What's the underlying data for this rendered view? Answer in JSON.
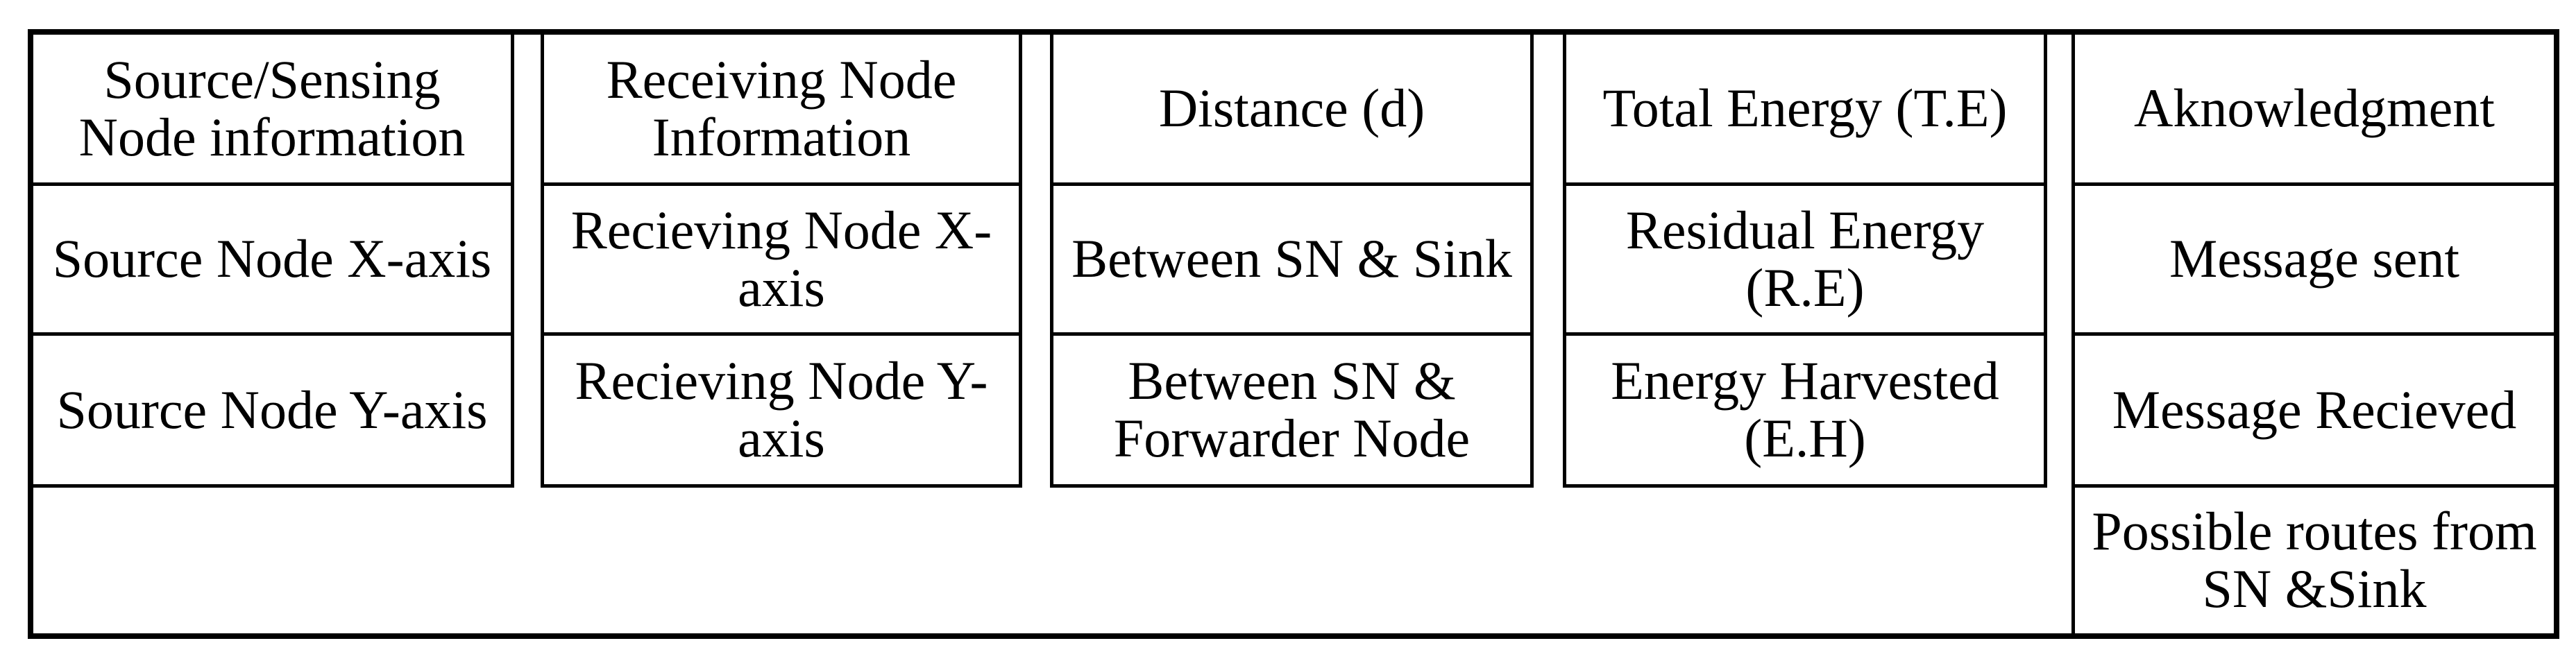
{
  "figure": {
    "kind": "packet-fields-table",
    "background_color": "#ffffff",
    "line_color": "#000000",
    "columns": [
      {
        "id": "source-node",
        "cells": [
          "Source/Sensing\nNode information",
          "Source Node X-axis",
          "Source Node Y-axis"
        ]
      },
      {
        "id": "receiving-node",
        "cells": [
          "Receiving Node\nInformation",
          "Recieving Node X-\naxis",
          "Recieving Node Y-\naxis"
        ]
      },
      {
        "id": "distance",
        "cells": [
          "Distance (d)",
          "Between SN & Sink",
          "Between SN &\nForwarder Node"
        ]
      },
      {
        "id": "energy",
        "cells": [
          "Total Energy (T.E)",
          "Residual Energy\n(R.E)",
          "Energy Harvested\n(E.H)"
        ]
      },
      {
        "id": "acknowledgment",
        "cells": [
          "Aknowledgment",
          "Message sent",
          "Message Recieved",
          "Possible routes from\nSN &Sink"
        ]
      }
    ],
    "empty_cell_text": ""
  }
}
